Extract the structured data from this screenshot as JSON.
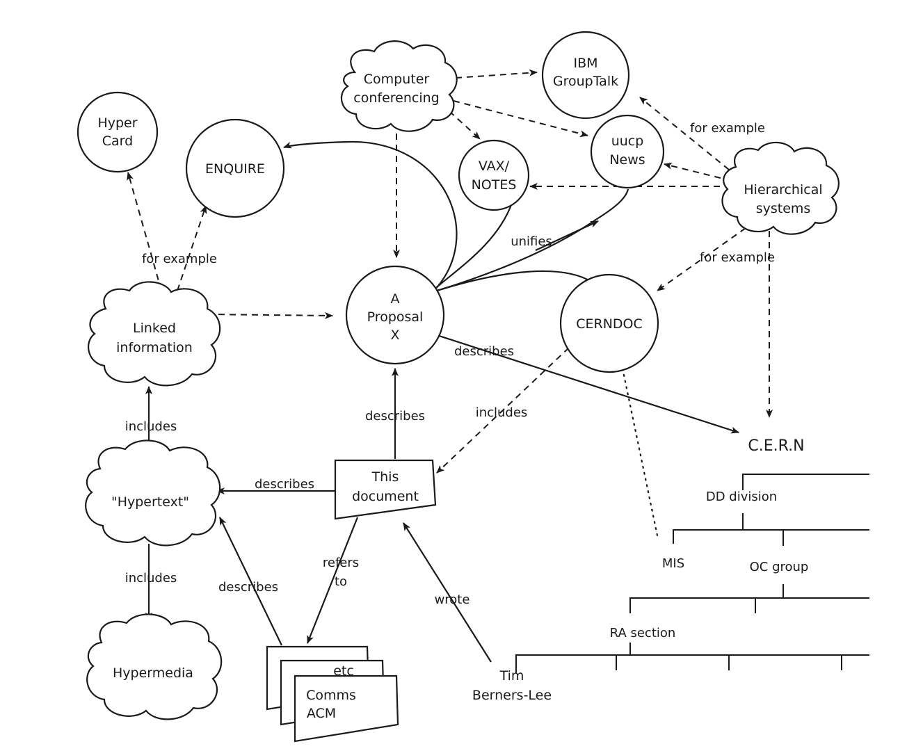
{
  "nodes": {
    "hypercard": [
      "Hyper",
      "Card"
    ],
    "enquire": [
      "ENQUIRE"
    ],
    "computer_conferencing": [
      "Computer",
      "conferencing"
    ],
    "ibm_grouptalk": [
      "IBM",
      "GroupTalk"
    ],
    "vax_notes": [
      "VAX/",
      "NOTES"
    ],
    "uucp_news": [
      "uucp",
      "News"
    ],
    "hierarchical_systems": [
      "Hierarchical",
      "systems"
    ],
    "proposal": [
      "A",
      "Proposal",
      "X"
    ],
    "cerndoc": [
      "CERNDOC"
    ],
    "linked_information": [
      "Linked",
      "information"
    ],
    "hypertext": [
      "\"Hypertext\""
    ],
    "hypermedia": [
      "Hypermedia"
    ],
    "this_document": [
      "This",
      "document"
    ],
    "comms_acm": [
      "Comms",
      "ACM"
    ],
    "etc": [
      "etc"
    ],
    "tim": [
      "Tim",
      "Berners-Lee"
    ]
  },
  "edge_labels": {
    "for_example_left": "for example",
    "for_example_ibm": "for example",
    "for_example_cerndoc": "for example",
    "unifies": "unifies",
    "describes_cern": "describes",
    "describes_proposal": "describes",
    "includes_cerndoc": "includes",
    "includes_linked": "includes",
    "describes_hypertext": "describes",
    "includes_hypermedia": "includes",
    "describes_comms": "describes",
    "refers_to": [
      "refers",
      "to"
    ],
    "wrote": "wrote"
  },
  "org_chart": {
    "root": "C.E.R.N",
    "division": "DD division",
    "mis": "MIS",
    "group": "OC group",
    "section": "RA section"
  }
}
